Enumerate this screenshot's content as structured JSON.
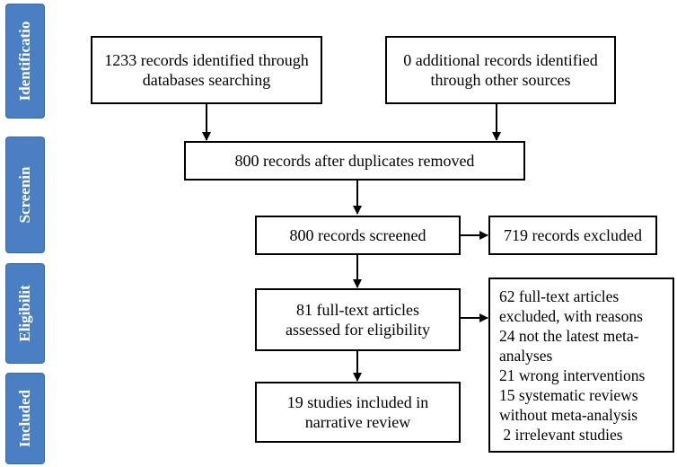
{
  "phases": {
    "identification": "Identificatio",
    "screening": "Screenin",
    "eligibility": "Eligibilit",
    "included": "Included"
  },
  "boxes": {
    "db_search": [
      "1233 records identified through",
      "databases searching"
    ],
    "other_sources": [
      "0 additional records identified",
      "through other sources"
    ],
    "duplicates_removed": [
      "800 records after duplicates removed"
    ],
    "screened": [
      "800 records screened"
    ],
    "excluded": [
      "719 records excluded"
    ],
    "full_text": [
      "81 full-text articles",
      "assessed for eligibility"
    ],
    "full_text_excluded": [
      "62 full-text articles",
      "excluded, with reasons",
      "24 not the latest meta-",
      "analyses",
      "21 wrong interventions",
      "15 systematic reviews",
      "without meta-analysis",
      " 2 irrelevant studies"
    ],
    "included": [
      "19 studies included in",
      "narrative review"
    ]
  }
}
